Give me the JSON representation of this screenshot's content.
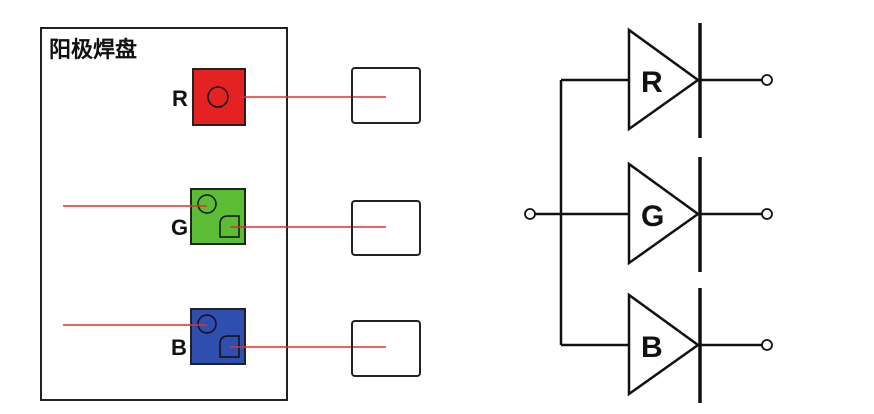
{
  "panel": {
    "title": "阳极焊盘"
  },
  "pads": [
    {
      "label": "R",
      "color": "#e52222"
    },
    {
      "label": "G",
      "color": "#5bbd33"
    },
    {
      "label": "B",
      "color": "#2e4eb0"
    }
  ],
  "wire_color": "#e03030",
  "schematic": {
    "diodes": [
      {
        "label": "R"
      },
      {
        "label": "G"
      },
      {
        "label": "B"
      }
    ]
  }
}
